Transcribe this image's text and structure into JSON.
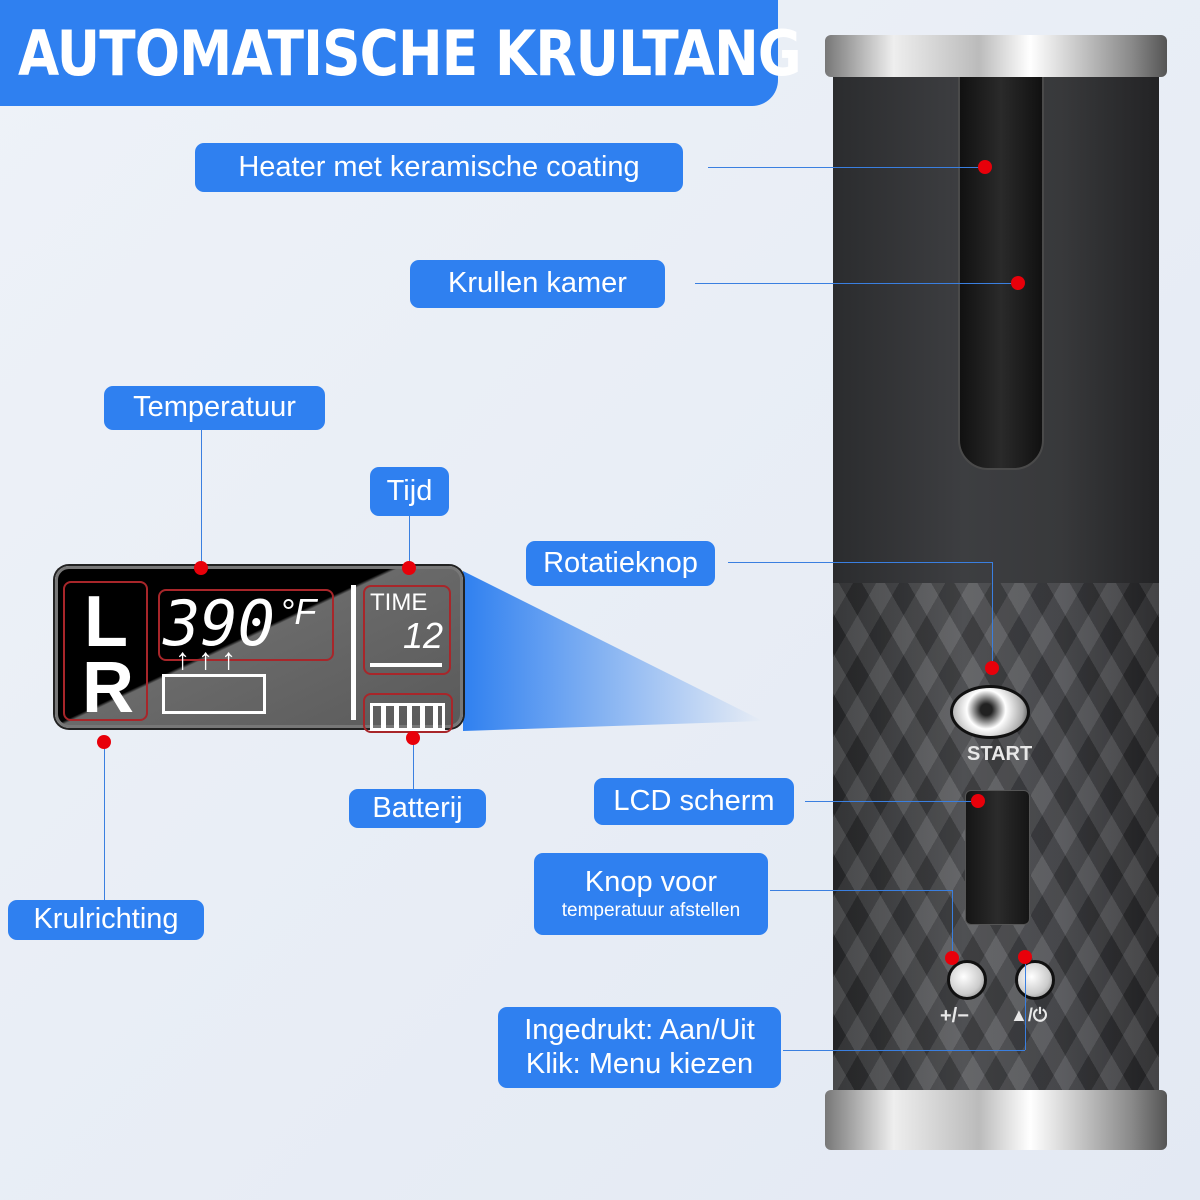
{
  "title": "AUTOMATISCHE KRULTANG",
  "labels": {
    "heater": "Heater met keramische coating",
    "chamber": "Krullen kamer",
    "temperature": "Temperatuur",
    "time": "Tijd",
    "rotation": "Rotatieknop",
    "battery": "Batterij",
    "direction": "Krulrichting",
    "lcd": "LCD scherm",
    "temp_button": "Knop voor",
    "temp_button_sub": "temperatuur afstellen",
    "power_line1": "Ingedrukt: Aan/Uit",
    "power_line2": "Klik: Menu kiezen"
  },
  "lcd": {
    "left": "L",
    "right": "R",
    "temperature": "390",
    "unit": "°F",
    "time_label": "TIME",
    "time_value": "12"
  },
  "device": {
    "start": "START",
    "plusminus": "+/−",
    "power": "▲/⏻"
  },
  "colors": {
    "accent": "#2f80f0",
    "dot": "#e8000a"
  }
}
